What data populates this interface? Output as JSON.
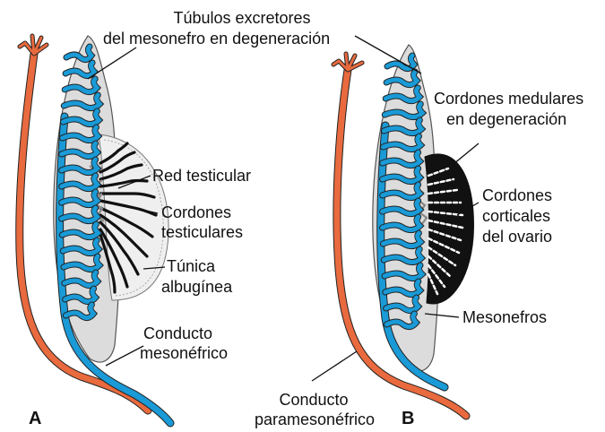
{
  "labels": {
    "tubulos_line1": "Túbulos excretores",
    "tubulos_line2": "del mesonefro en degeneración",
    "red_testicular": "Red testicular",
    "cordones_test_line1": "Cordones",
    "cordones_test_line2": "testiculares",
    "tunica_line1": "Túnica",
    "tunica_line2": "albugínea",
    "conducto_meso_line1": "Conducto",
    "conducto_meso_line2": "mesonéfrico",
    "conducto_parameso_line1": "Conducto",
    "conducto_parameso_line2": "paramesonéfrico",
    "medulares_line1": "Cordones medulares",
    "medulares_line2": "en degeneración",
    "corticales_line1": "Cordones",
    "corticales_line2": "corticales",
    "corticales_line3": "del ovario",
    "mesonefros": "Mesonefros",
    "panel_a": "A",
    "panel_b": "B"
  },
  "colors": {
    "mesonephric_duct": "#1a9ad6",
    "paramesonephric_duct": "#e86a3e",
    "mesonephros_body": "#dcdcdc",
    "gonad_cords": "#111111"
  }
}
